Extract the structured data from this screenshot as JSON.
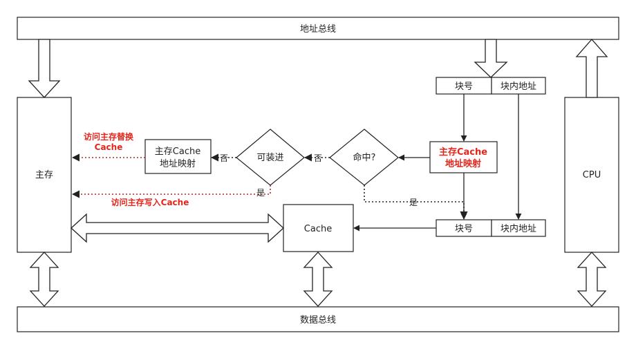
{
  "buses": {
    "address": "地址总线",
    "data": "数据总线"
  },
  "blocks": {
    "main_memory": "主存",
    "cpu": "CPU",
    "cache": "Cache",
    "mapping_main_cache": "主存Cache",
    "mapping_main_cache_sub": "地址映射",
    "mapping_red_1": "主存Cache",
    "mapping_red_2": "地址映射"
  },
  "decisions": {
    "hit": "命中?",
    "can_load": "可装进"
  },
  "fields": {
    "block_no": "块号",
    "in_block_addr": "块内地址"
  },
  "edge_labels": {
    "no": "否",
    "yes": "是",
    "access_replace_1": "访问主存替换",
    "access_replace_2": "Cache",
    "access_write": "访问主存写入Cache"
  },
  "colors": {
    "accent": "#e3261b"
  }
}
